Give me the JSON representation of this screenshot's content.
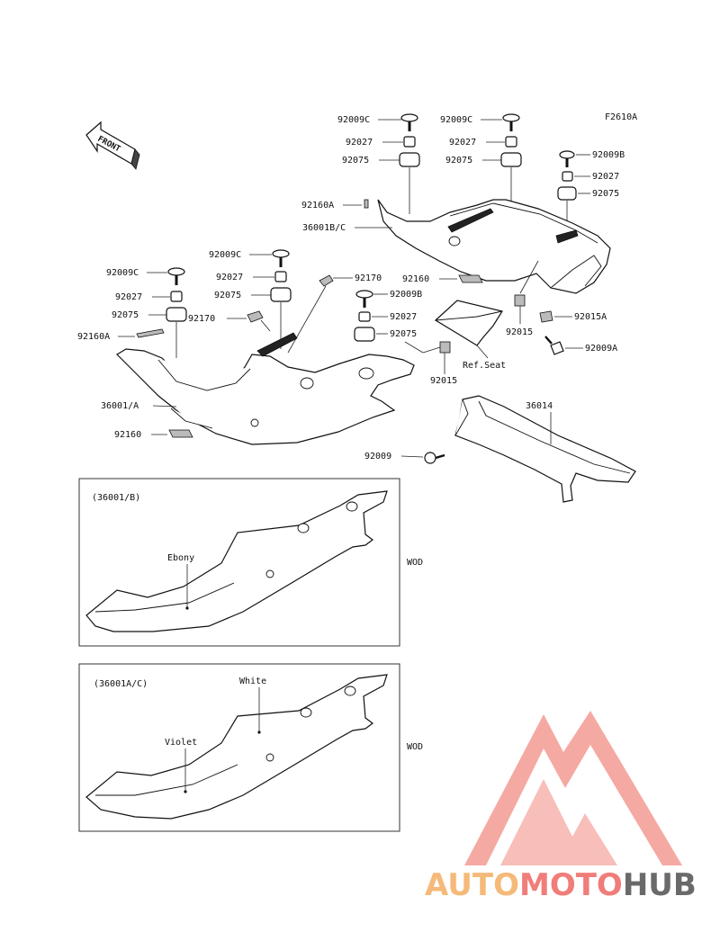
{
  "diagram": {
    "code": "F2610A",
    "front_label": "FRONT",
    "ref_seat": "Ref.Seat",
    "parts": {
      "p92009C_a": "92009C",
      "p92009C_b": "92009C",
      "p92009C_c": "92009C",
      "p92009C_d": "92009C",
      "p92027_a": "92027",
      "p92027_b": "92027",
      "p92027_c": "92027",
      "p92027_d": "92027",
      "p92027_e": "92027",
      "p92027_f": "92027",
      "p92075_a": "92075",
      "p92075_b": "92075",
      "p92075_c": "92075",
      "p92075_d": "92075",
      "p92075_e": "92075",
      "p92075_f": "92075",
      "p92009B_a": "92009B",
      "p92009B_b": "92009B",
      "p92160A_a": "92160A",
      "p92160A_b": "92160A",
      "p36001BC": "36001B/C",
      "p92170_a": "92170",
      "p92170_b": "92170",
      "p92160_a": "92160",
      "p92160_b": "92160",
      "p92015A": "92015A",
      "p92015_a": "92015",
      "p92015_b": "92015",
      "p92009A": "92009A",
      "p36001A": "36001/A",
      "p36014": "36014",
      "p92009": "92009"
    },
    "insets": [
      {
        "title": "(36001/B)",
        "colors": [
          "Ebony"
        ],
        "note": "WOD"
      },
      {
        "title": "(36001A/C)",
        "colors": [
          "White",
          "Violet"
        ],
        "note": "WOD"
      }
    ]
  },
  "watermark": {
    "part1": "AUTO",
    "part2": "MOTO",
    "part3": "HUB",
    "color1": "#f5b26b",
    "color2": "#ef6f6c",
    "color3": "#5a5a5a",
    "triangle_color": "#f4a09a"
  }
}
